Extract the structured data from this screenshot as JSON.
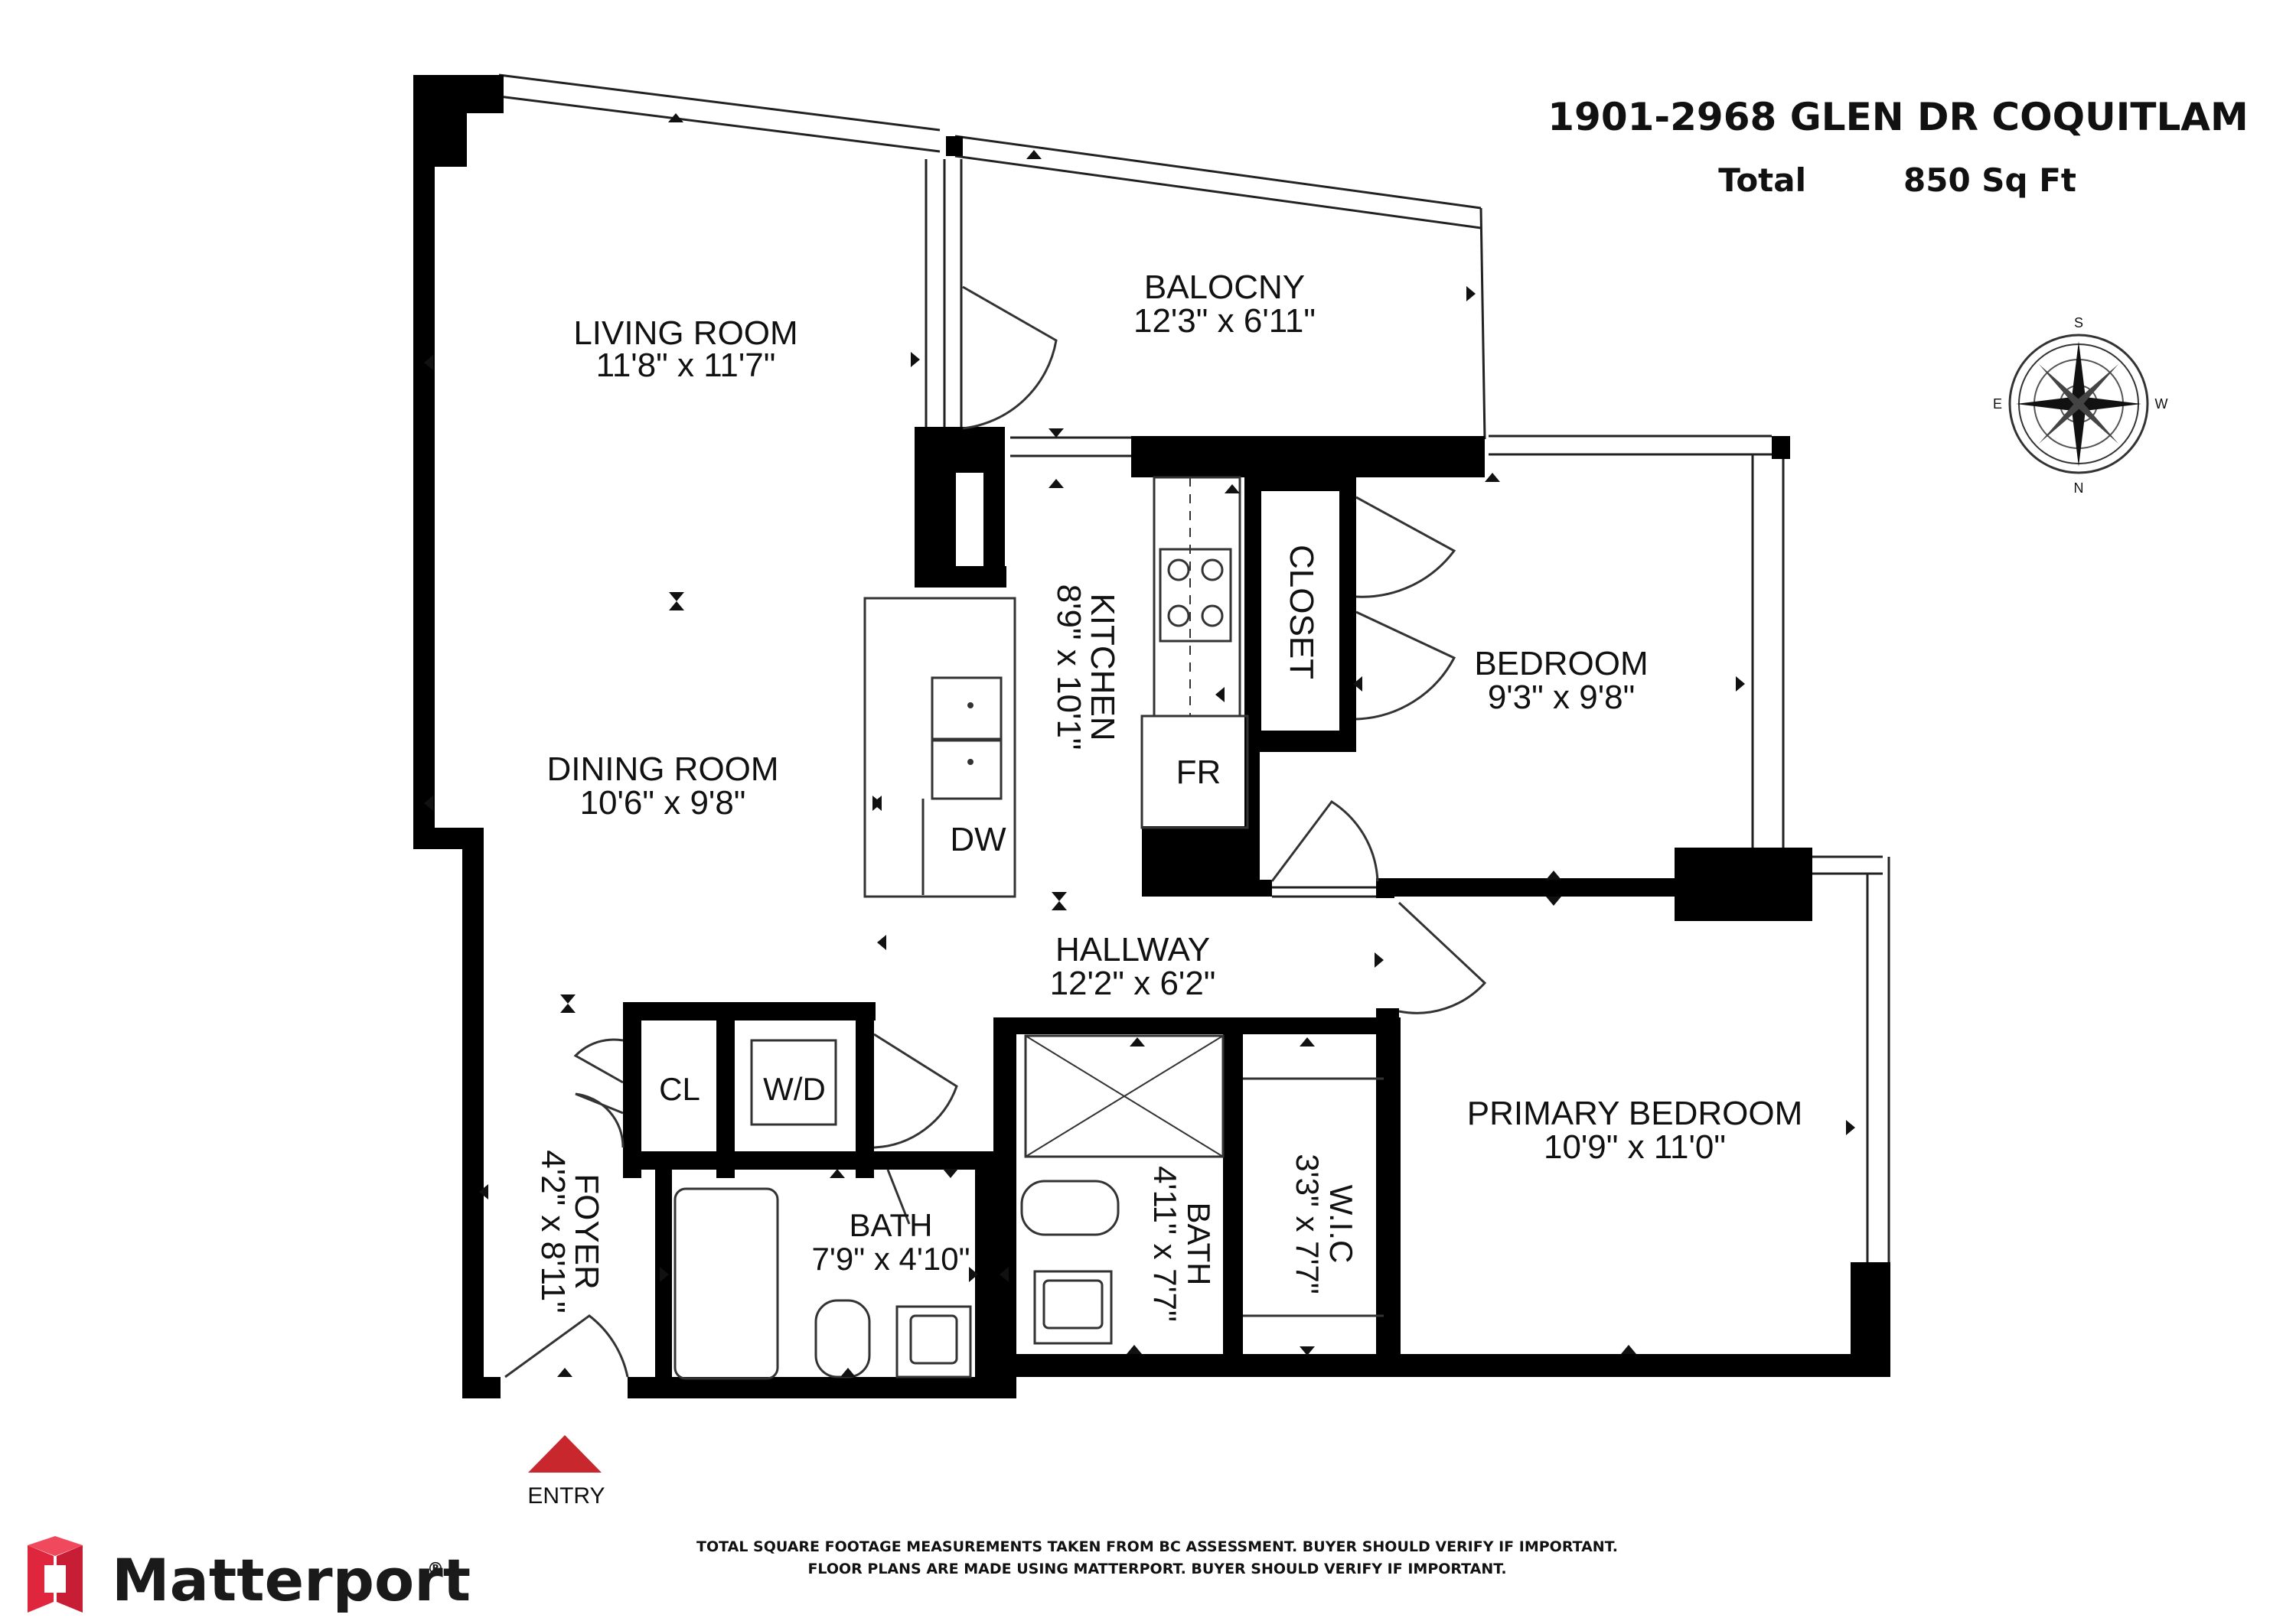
{
  "header": {
    "address": "1901-2968 GLEN DR COQUITLAM",
    "total_label": "Total",
    "total_value": "850 Sq Ft"
  },
  "rooms": {
    "living": {
      "name": "LIVING ROOM",
      "dims": "11'8\" x 11'7\""
    },
    "balcony": {
      "name": "BALOCNY",
      "dims": "12'3\" x 6'11\""
    },
    "kitchen": {
      "name": "KITCHEN",
      "dims": "8'9\" x 10'1\""
    },
    "closet": {
      "name": "CLOSET"
    },
    "bedroom": {
      "name": "BEDROOM",
      "dims": "9'3\" x 9'8\""
    },
    "dining": {
      "name": "DINING ROOM",
      "dims": "10'6\" x 9'8\""
    },
    "hallway": {
      "name": "HALLWAY",
      "dims": "12'2\" x 6'2\""
    },
    "primary": {
      "name": "PRIMARY BEDROOM",
      "dims": "10'9\" x 11'0\""
    },
    "foyer": {
      "name": "FOYER",
      "dims": "4'2\" x 8'11\""
    },
    "bath1": {
      "name": "BATH",
      "dims": "7'9\" x 4'10\""
    },
    "bath2": {
      "name": "BATH",
      "dims": "4'11\" x 7'7\""
    },
    "wic": {
      "name": "W.I.C",
      "dims": "3'3\" x 7'7\""
    }
  },
  "fixtures": {
    "dw": "DW",
    "fr": "FR",
    "cl": "CL",
    "wd": "W/D"
  },
  "entry": {
    "label": "ENTRY",
    "color": "#c8282d"
  },
  "compass": {
    "n": "N",
    "s": "S",
    "e": "E",
    "w": "W"
  },
  "disclaimer": {
    "line1": "TOTAL SQUARE FOOTAGE MEASUREMENTS TAKEN FROM BC ASSESSMENT. BUYER SHOULD VERIFY IF IMPORTANT.",
    "line2": "FLOOR PLANS ARE MADE USING MATTERPORT. BUYER SHOULD VERIFY IF IMPORTANT."
  },
  "brand": {
    "name": "Matterport",
    "mark": "®",
    "color": "#e0263d"
  }
}
